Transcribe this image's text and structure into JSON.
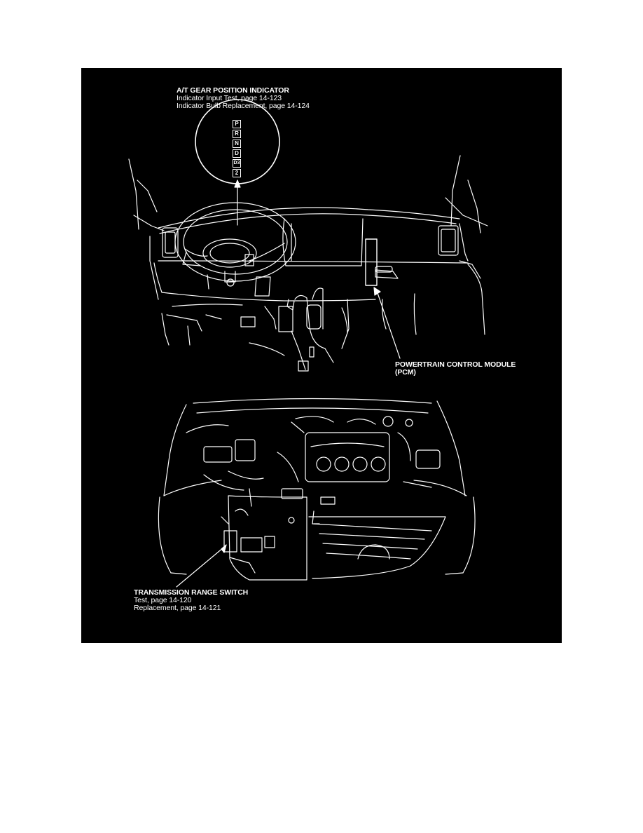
{
  "gear_indicator": {
    "title": "A/T GEAR POSITION INDICATOR",
    "lines": [
      "Indicator Input Test, page 14-123",
      "Indicator Bulb Replacement, page 14-124"
    ],
    "gears": [
      "P",
      "R",
      "N",
      "D",
      "D3",
      "2"
    ]
  },
  "pcm": {
    "lines": [
      "POWERTRAIN CONTROL MODULE",
      "(PCM)"
    ]
  },
  "range_switch": {
    "title": "TRANSMISSION RANGE SWITCH",
    "lines": [
      "Test, page 14-120",
      "Replacement, page 14-121"
    ]
  },
  "colors": {
    "background": "#000000",
    "linework": "#ffffff",
    "page": "#ffffff"
  }
}
